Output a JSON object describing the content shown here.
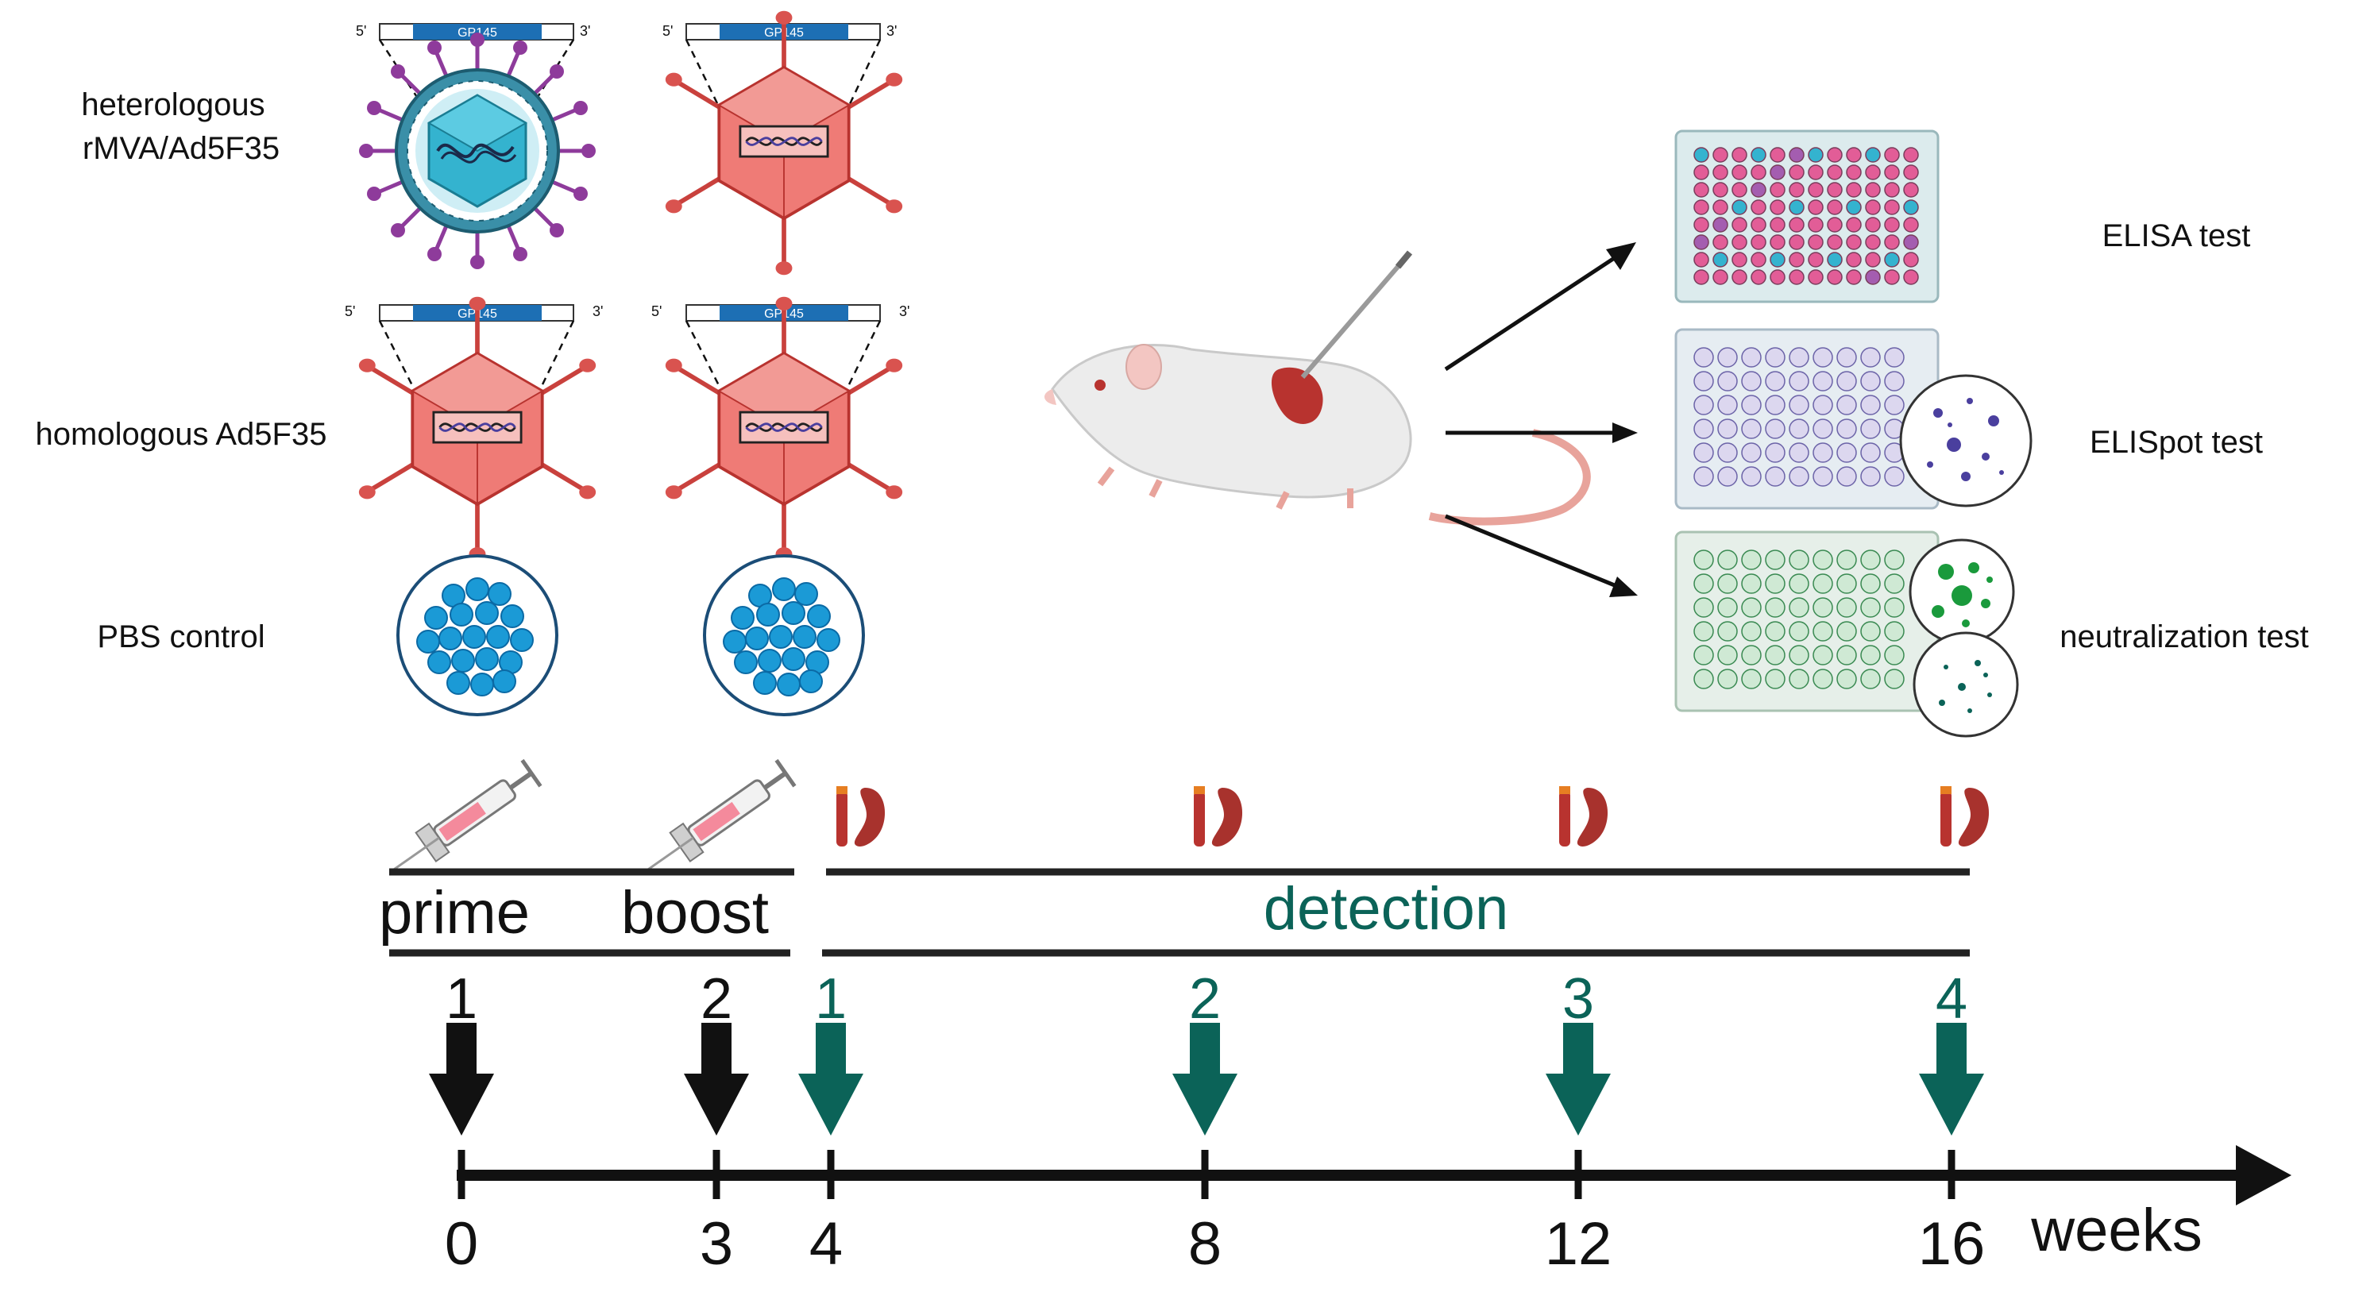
{
  "groups": {
    "heterologous_line1": "heterologous",
    "heterologous_line2": "rMVA/Ad5F35",
    "homologous": "homologous Ad5F35",
    "pbs": "PBS control"
  },
  "gene": {
    "label": "GP145",
    "five_prime": "5'",
    "three_prime": "3'"
  },
  "tests": {
    "elisa": "ELISA test",
    "elispot": "ELISpot  test",
    "neutralization": "neutralization test"
  },
  "schedule": {
    "prime": "prime",
    "boost": "boost",
    "detection": "detection"
  },
  "immunization_numbers": [
    "1",
    "2"
  ],
  "detection_numbers": [
    "1",
    "2",
    "3",
    "4"
  ],
  "axis": {
    "ticks": [
      "0",
      "3",
      "4",
      "8",
      "12",
      "16"
    ],
    "unit": "weeks"
  },
  "colors": {
    "black": "#111111",
    "teal": "#0b6358",
    "adeno_red": "#d9534f",
    "mva_purple": "#8e3b9b",
    "mva_teal": "#34b3cf",
    "pbs_blue": "#1b9ad6",
    "elisa_pink": "#e25d97",
    "spot_purple": "#4a3f9e",
    "spot_green": "#1a9a3c"
  }
}
